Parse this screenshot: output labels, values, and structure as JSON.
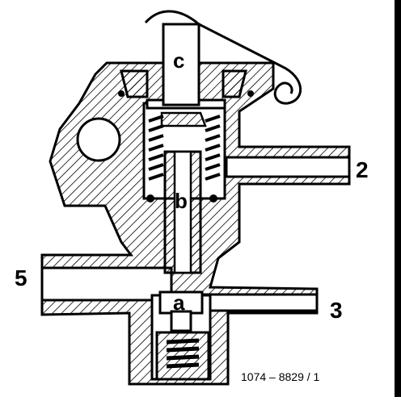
{
  "labels": {
    "c": "c",
    "b": "b",
    "a": "a",
    "port_2": "2",
    "port_3": "3",
    "port_5": "5"
  },
  "reference": "1074 – 8829 / 1",
  "colors": {
    "ink": "#000000",
    "paper": "#ffffff"
  }
}
